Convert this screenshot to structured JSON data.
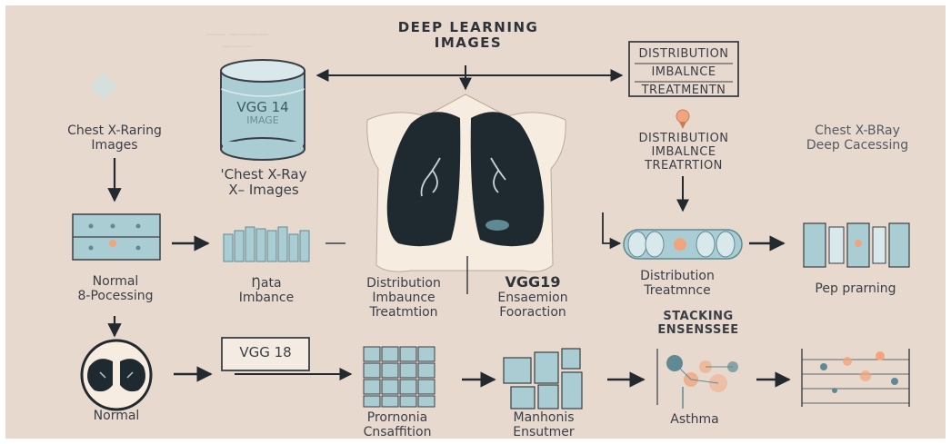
{
  "title_lines": [
    "DEEP LEARNING",
    "IMAGES"
  ],
  "box_top_right": [
    "DISTRIBUTION",
    "IMBALNCE",
    "TREATMENTN"
  ],
  "top_right_text": [
    "DISTRIBUTION",
    "IMBALNCE",
    "TREATRTION"
  ],
  "input_label": [
    "Chest X-Raring",
    "Images"
  ],
  "right_label": [
    "Chest X-BRay",
    "Deep Cacessing"
  ],
  "cylinder_text": [
    "VGG 14",
    "IMAGE"
  ],
  "cylinder_caption": [
    "'Chest X-Ray",
    "X– Images"
  ],
  "normal_proc": [
    "Normal",
    "8-Pocessing"
  ],
  "data_imb": [
    "Ŋata",
    "Imbance"
  ],
  "dist_center": [
    "Distribution",
    "Imbaunce",
    "Treatmtion"
  ],
  "vgg19": [
    "VGG19",
    "Ensaemion",
    "Fooraction"
  ],
  "dist_right": [
    "Distribution",
    "Treatmnce"
  ],
  "pep": "Pep prarning",
  "stacking": [
    "STACKING",
    "ENSENSSEE"
  ],
  "normal_bottom": "Normal",
  "vgg18_box": "VGG 18",
  "pronomia": [
    "Prornonia",
    "Cnsaffition"
  ],
  "manhonis": [
    "Manhonis",
    "Ensutmer"
  ],
  "asthma": "Asthma",
  "faint_text": [
    "—— ————",
    "———"
  ],
  "colors": {
    "background": "#e8d9ce",
    "teal": "#a9cdd3",
    "teal_dark": "#5f8a94",
    "lung": "#1f2a30",
    "orange": "#f0a57e",
    "text": "#3a3f47"
  }
}
